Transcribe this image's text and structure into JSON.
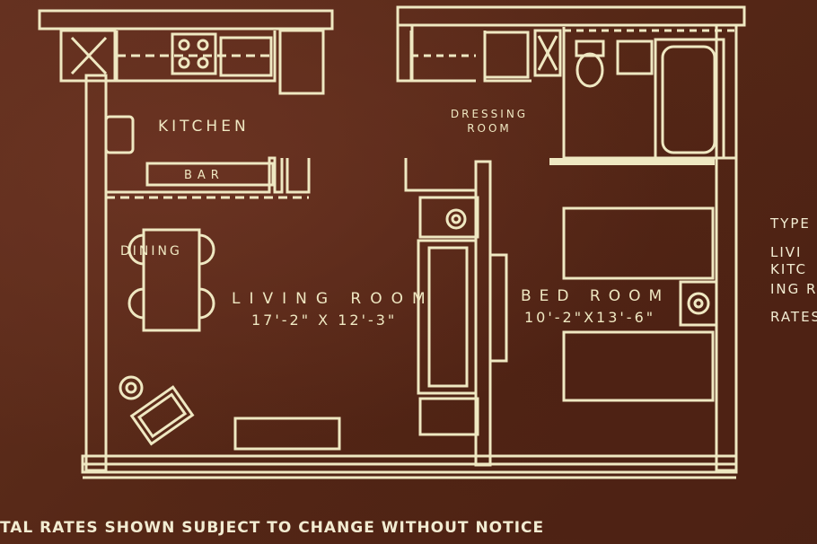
{
  "plan": {
    "rooms": {
      "kitchen": "KITCHEN",
      "bar": "BAR",
      "dressing_room_line1": "DRESSING",
      "dressing_room_line2": "ROOM",
      "dining": "DINING",
      "living_room": "LIVING ROOM",
      "living_room_dimensions": "17'-2\" X 12'-3\"",
      "bed_room": "BED ROOM",
      "bed_room_dimensions": "10'-2\"X13'-6\""
    }
  },
  "side_panel": {
    "type_label": "TYPE",
    "living_label": "LIVI",
    "kitchen_label": "KITC",
    "dining_label": "ING R",
    "rates_label": "RATES"
  },
  "footer": {
    "notice": "TAL RATES SHOWN SUBJECT TO CHANGE WITHOUT NOTICE"
  },
  "colors": {
    "background": "#5a2a1a",
    "linework": "#efe8c2"
  }
}
